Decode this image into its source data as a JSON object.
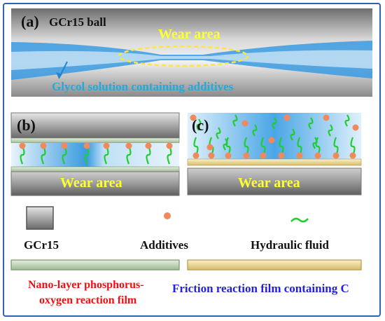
{
  "panel_a": {
    "label": "(a)",
    "ball": "GCr15 ball",
    "wear": "Wear area",
    "solution": "Glycol solution containing additives"
  },
  "panel_b": {
    "label": "(b)",
    "wear": "Wear area"
  },
  "panel_c": {
    "label": "(c)",
    "wear": "Wear area"
  },
  "legend": {
    "gcr15": "GCr15",
    "additives": "Additives",
    "hydraulic": "Hydraulic fluid",
    "film_b_line1": "Nano-layer phosphorus-",
    "film_b_line2": "oxygen reaction film",
    "film_c": "Friction reaction film containing C"
  },
  "colors": {
    "frame": "#2b63b8",
    "additive": "#f08a5d",
    "hydraulic": "#22cc33",
    "film_b": "#c8dcc0",
    "film_c": "#f3e2a8",
    "fluid": "#3a9be0"
  }
}
